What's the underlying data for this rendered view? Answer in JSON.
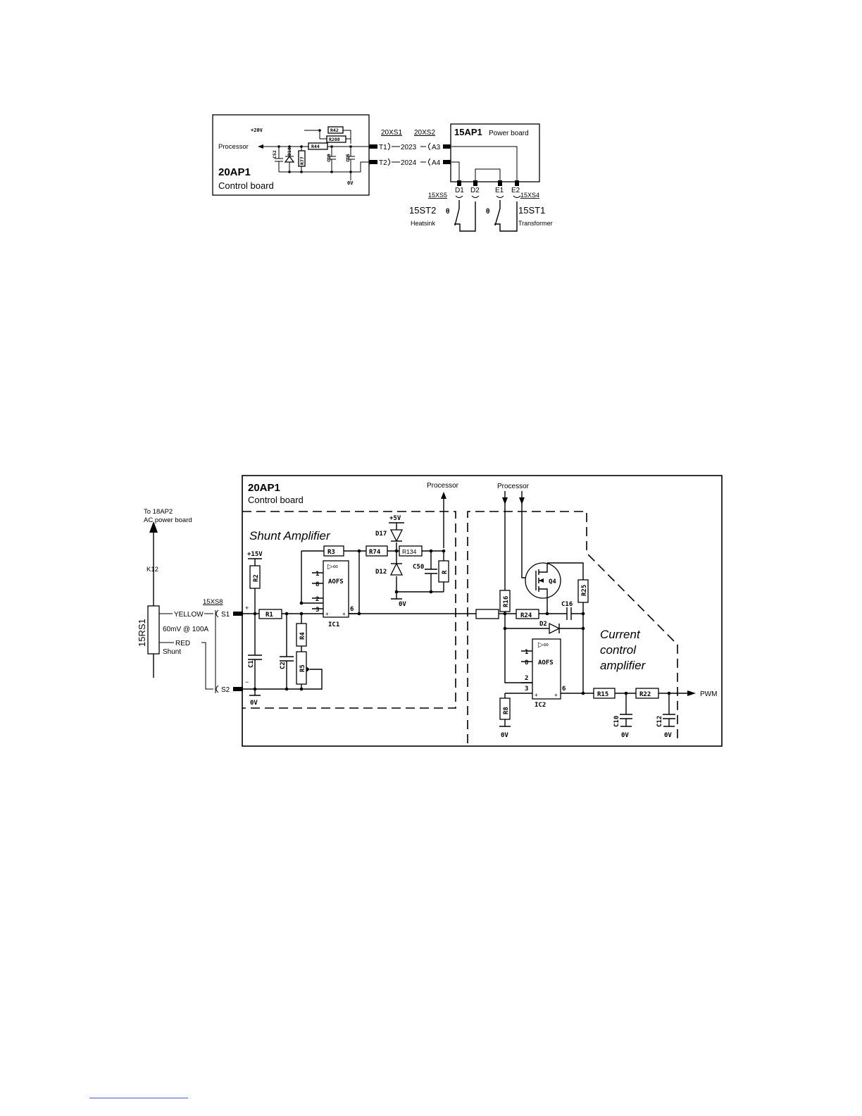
{
  "diagram1": {
    "board_id": "20AP1",
    "board_name": "Control board",
    "processor": "Processor",
    "supply": "+20V",
    "resistors": [
      "R42",
      "R208",
      "R44",
      "R77"
    ],
    "capacitors": [
      "C52",
      "C19",
      "C15"
    ],
    "diode": "D10",
    "ground": "0V",
    "pins": {
      "t1": "T1",
      "t2": "T2",
      "a3": "A3",
      "a4": "A4",
      "d1": "D1",
      "d2": "D2",
      "e1": "E1",
      "e2": "E2"
    },
    "connectors": {
      "xs1": "20XS1",
      "xs2": "20XS2",
      "xs5": "15XS5",
      "xs4": "15XS4"
    },
    "wires": {
      "w1": "2023",
      "w2": "2024"
    },
    "power_board_id": "15AP1",
    "power_board_name": "Power board",
    "thermo": "θ",
    "st2": "15ST2",
    "st2_desc": "Heatsink",
    "st1": "15ST1",
    "st1_desc": "Transformer"
  },
  "diagram2": {
    "board_id": "20AP1",
    "board_name": "Control board",
    "processor_1": "Processor",
    "processor_2": "Processor",
    "to_line1": "To 18AP2",
    "to_line2": "AC power board",
    "k12": "K12",
    "shunt_id": "15RS1",
    "yellow": "YELLOW",
    "red": "RED",
    "rating": "60mV @ 100A",
    "shunt_label": "Shunt",
    "connector": "15XS8",
    "s1": "S1",
    "s2": "S2",
    "shunt_section": "Shunt Amplifier",
    "current_section": [
      "Current",
      "control",
      "amplifier"
    ],
    "plus15": "+15V",
    "plus5": "+5V",
    "ground": "0V",
    "plus": "+",
    "minus": "−",
    "resistors": {
      "r1": "R1",
      "r2": "R2",
      "r3": "R3",
      "r4": "R4",
      "r5": "R5",
      "r74": "R74",
      "r134": "R134",
      "r": "R",
      "r16": "R16",
      "r24": "R24",
      "r25": "R25",
      "r8": "R8",
      "r15": "R15",
      "r22": "R22"
    },
    "capacitors": {
      "c1": "C1",
      "c2": "C2",
      "c50": "C50",
      "c16": "C16",
      "c10": "C10",
      "c12": "C12"
    },
    "diodes": {
      "d17": "D17",
      "d12": "D12",
      "d2": "D2"
    },
    "transistor": "Q4",
    "ic1": {
      "name": "IC1",
      "type": "AOFS",
      "sym": "▷∞",
      "pin1": "1",
      "pin8": "8",
      "pin2": "2",
      "pin3": "3",
      "pin6": "6"
    },
    "ic2": {
      "name": "IC2",
      "type": "AOFS",
      "sym": "▷∞",
      "pin1": "1",
      "pin8": "8",
      "pin2": "2",
      "pin3": "3",
      "pin6": "6"
    },
    "pwm": "PWM"
  }
}
